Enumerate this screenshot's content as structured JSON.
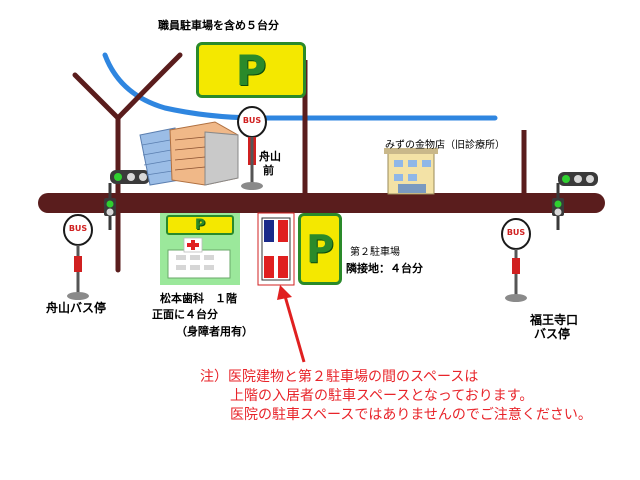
{
  "labels": {
    "staff_parking": "職員駐車場を含め５台分",
    "shop_name": "みずの金物店（旧診療所）",
    "bus_stop_funayama_near": "舟山",
    "bus_stop_funayama_near_sub": "前",
    "bus_stop_left": "舟山バス停",
    "bus_stop_right_line1": "福王寺口",
    "bus_stop_right_line2": "バス停",
    "clinic_line1": "松本歯科　１階",
    "clinic_line2": "正面に４台分",
    "clinic_line3": "（身障者用有）",
    "second_parking_line1": "第２駐車場",
    "second_parking_line2": "隣接地：４台分",
    "parking_letter": "P",
    "bus_sign": "BUS"
  },
  "note": {
    "line1": "注）医院建物と第２駐車場の間のスペースは",
    "line2": "上階の入居者の駐車スペースとなっております。",
    "line3": "医院の駐車スペースではありませんのでご注意ください。"
  },
  "colors": {
    "road": "#5a1d1d",
    "river": "#2f86e0",
    "parking_yellow": "#f4e800",
    "parking_green": "#2a8a2a",
    "clinic_area": "#9be89b",
    "note_red": "#e8242a",
    "bus_sign_red": "#d02020"
  }
}
